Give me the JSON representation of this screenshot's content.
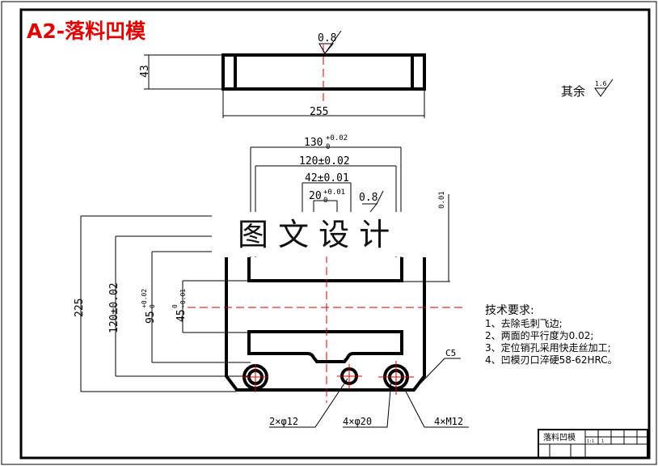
{
  "title": "A2-落料凹模",
  "colors": {
    "title": "#e00000",
    "centerline": "#d00000",
    "line": "#000000"
  },
  "top_view": {
    "roughness": "0.8",
    "height_dim": "43",
    "width_dim": "255"
  },
  "other_roughness": {
    "label": "其余",
    "value": "1.6"
  },
  "front_view": {
    "dim_130": {
      "base": "130",
      "upper": "+0.02",
      "lower": "0"
    },
    "dim_120": "120±0.02",
    "dim_42": "42±0.01",
    "dim_20": {
      "base": "20",
      "upper": "+0.01",
      "lower": "0"
    },
    "roughness": "0.8",
    "parallel_tol": "0.01",
    "dim_225": "225",
    "dim_120_v": "120±0.02",
    "dim_95": {
      "base": "95",
      "upper": "+0.02",
      "lower": "0"
    },
    "dim_45": {
      "base": "45",
      "upper": "0",
      "lower": "-0.01"
    },
    "chamfer": "C5",
    "hole_labels": [
      "2×φ12",
      "4×φ20",
      "4×M12"
    ]
  },
  "watermark": "图 文 设 计",
  "tech_requirements": {
    "heading": "技术要求:",
    "items": [
      "1、去除毛刺飞边;",
      "2、两面的平行度为0.02;",
      "3、定位销孔采用快走丝加工;",
      "4、凹模刃口淬硬58-62HRC。"
    ]
  },
  "title_block": {
    "name": "落料凹模",
    "scale": "1:1",
    "qty": "1"
  }
}
